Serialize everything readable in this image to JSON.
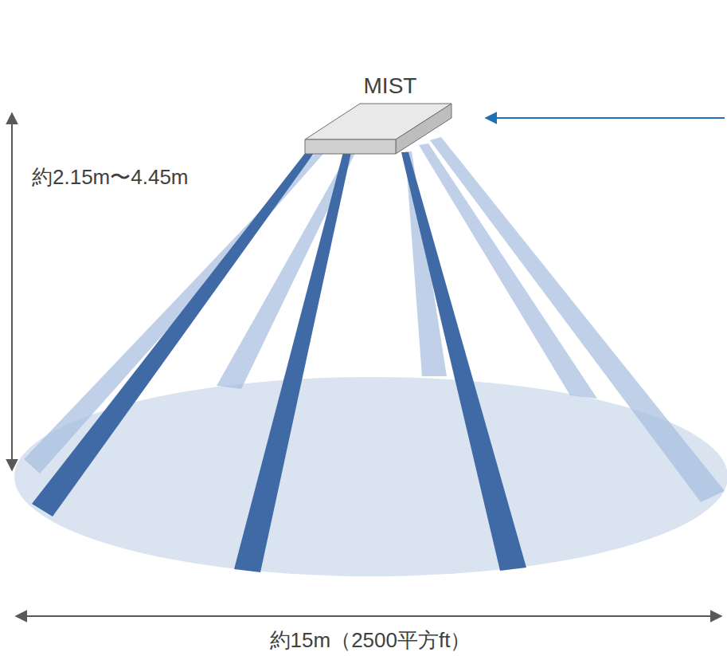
{
  "diagram": {
    "nodes": [
      {
        "text": [
          "MIST"
        ]
      }
    ],
    "labels": [
      "約2.15m〜4.45m",
      "約15m（2500平方ft）"
    ]
  }
}
